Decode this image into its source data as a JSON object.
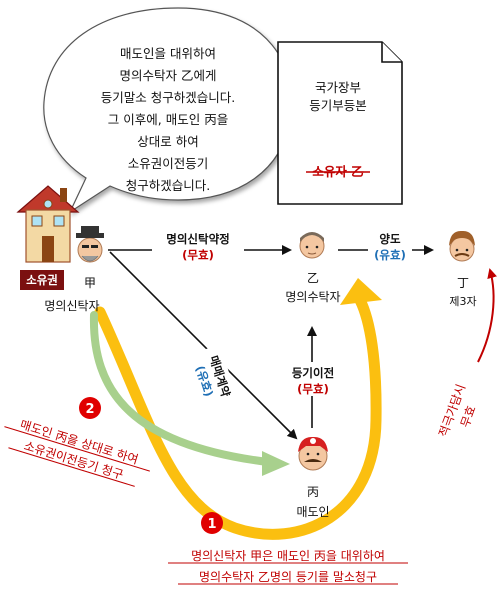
{
  "speech_bubble": {
    "lines": [
      "매도인을 대위하여",
      "명의수탁자 乙에게",
      "등기말소 청구하겠습니다.",
      "그 이후에, 매도인 丙을",
      "상대로 하여",
      "소유권이전등기",
      "청구하겠습니다."
    ]
  },
  "registry_doc": {
    "title_line1": "국가장부",
    "title_line2": "등기부등본",
    "owner_label": "소유자 乙"
  },
  "people": {
    "trustee": {
      "glyph": "甲",
      "role": "명의신탁자",
      "badge": "소유권"
    },
    "nominee": {
      "glyph": "乙",
      "role": "명의수탁자"
    },
    "third": {
      "glyph": "丁",
      "role": "제3자"
    },
    "seller": {
      "glyph": "丙",
      "role": "매도인"
    }
  },
  "relations": {
    "trust_agreement": {
      "label": "명의신탁약정",
      "status": "(무효)"
    },
    "transfer": {
      "label": "양도",
      "status": "(유효)"
    },
    "sale_contract": {
      "label": "매매계약",
      "status": "(유효)"
    },
    "registration": {
      "label": "등기이전",
      "status": "(무효)"
    },
    "bona_fide": {
      "line1": "적극가담시",
      "line2": "무효"
    }
  },
  "steps": {
    "step1": {
      "number": "1",
      "line1": "명의신탁자 甲은 매도인 丙을 대위하여",
      "line2": "명의수탁자 乙명의 등기를 말소청구"
    },
    "step2": {
      "number": "2",
      "line1": "매도인 丙을 상대로 하여",
      "line2": "소유권이전등기 청구"
    }
  },
  "colors": {
    "yellow_arrow": "#fbbf10",
    "green_arrow": "#a8d08d",
    "red_text": "#c00000",
    "blue_text": "#1f6fb5",
    "step_circle": "#e00000",
    "badge_bg": "#7b1010"
  }
}
